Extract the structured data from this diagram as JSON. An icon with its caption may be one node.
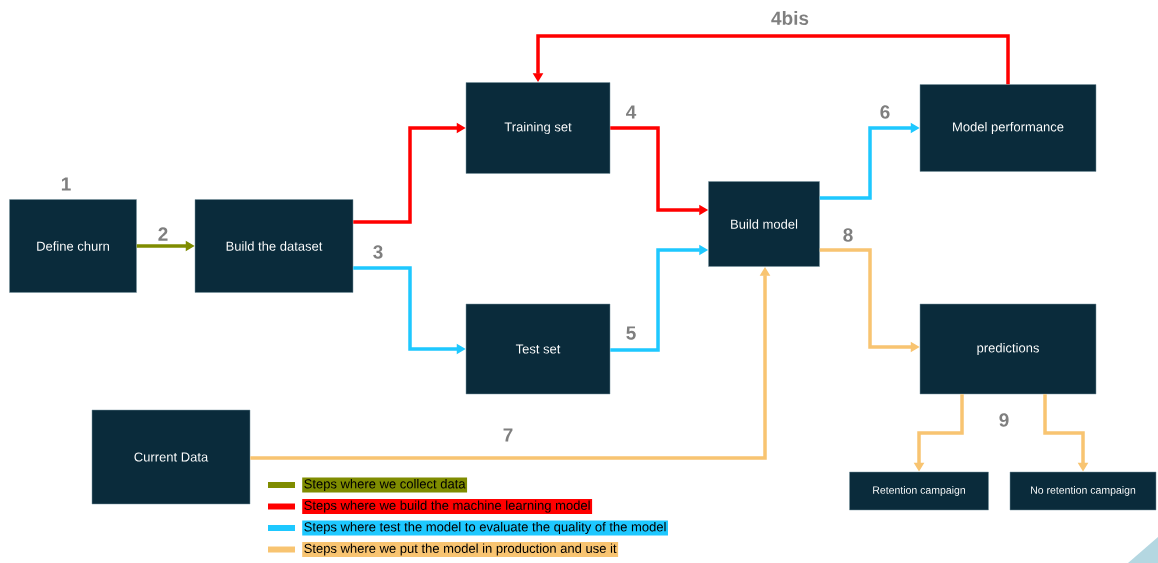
{
  "diagram": {
    "nodes": [
      {
        "text": [
          "Define churn"
        ],
        "beside": [
          "1"
        ]
      },
      {
        "text": [
          "Build the dataset"
        ]
      },
      {
        "text": [
          "Training set"
        ]
      },
      {
        "text": [
          "Test set"
        ]
      },
      {
        "text": [
          "Build model"
        ]
      },
      {
        "text": [
          "Model performance"
        ]
      },
      {
        "text": [
          "predictions"
        ]
      },
      {
        "text": [
          "Current Data"
        ]
      },
      {
        "text": [
          "Retention campaign"
        ]
      },
      {
        "text": [
          "No retention campaign"
        ]
      }
    ],
    "edges": [
      {
        "from": 0,
        "to": 1,
        "arrow": "to",
        "label": "2",
        "color": "#7f8c00"
      },
      {
        "from": 1,
        "to": 2,
        "arrow": "to",
        "color": "#ff0000"
      },
      {
        "from": 1,
        "to": 3,
        "arrow": "to",
        "label": "3",
        "color": "#1ec8ff"
      },
      {
        "from": 2,
        "to": 4,
        "arrow": "to",
        "label": "4",
        "color": "#ff0000"
      },
      {
        "from": 3,
        "to": 4,
        "arrow": "to",
        "label": "5",
        "color": "#1ec8ff"
      },
      {
        "from": 4,
        "to": 5,
        "arrow": "to",
        "label": "6",
        "color": "#1ec8ff"
      },
      {
        "from": 4,
        "to": 6,
        "arrow": "to",
        "label": "8",
        "color": "#f8c471"
      },
      {
        "from": 7,
        "to": 4,
        "arrow": "to",
        "label": "7",
        "color": "#f8c471"
      },
      {
        "from": 5,
        "to": 2,
        "arrow": "to",
        "label": "4bis",
        "color": "#ff0000"
      },
      {
        "from": 6,
        "to": 8,
        "arrow": "to",
        "color": "#f8c471"
      },
      {
        "from": 6,
        "to": 9,
        "arrow": "to",
        "color": "#f8c471"
      }
    ],
    "labels": [
      "9"
    ],
    "legend": [
      {
        "text": "Steps where we collect data",
        "color": "#7f8c00"
      },
      {
        "text": "Steps where we build the machine learning model",
        "color": "#ff0000"
      },
      {
        "text": "Steps where test the model to evaluate the quality of the model",
        "color": "#1ec8ff"
      },
      {
        "text": "Steps where we put the model in production and use it",
        "color": "#f8c471"
      }
    ]
  }
}
